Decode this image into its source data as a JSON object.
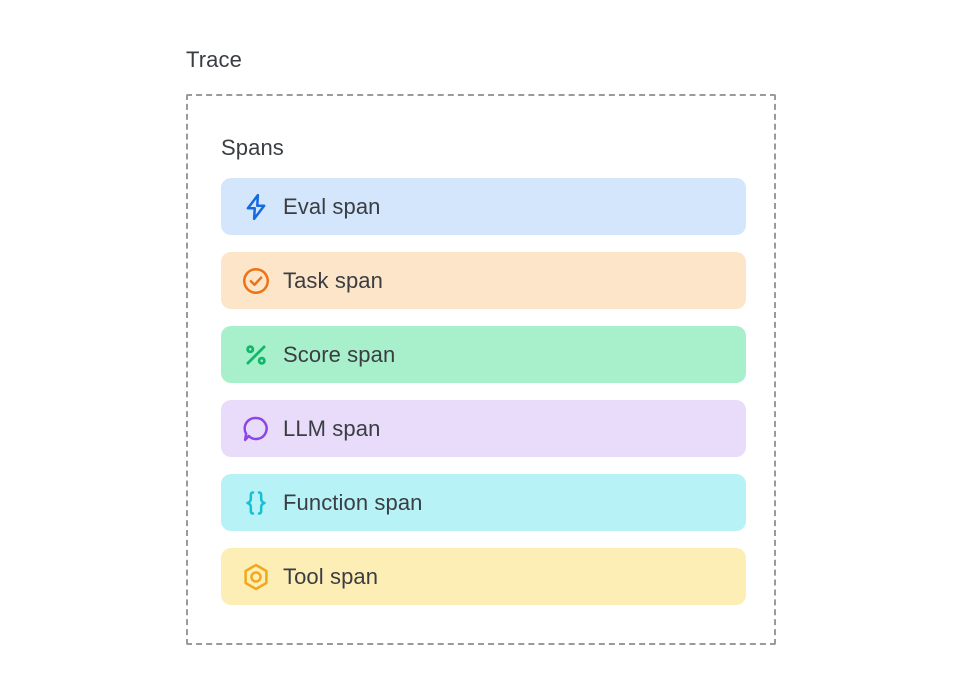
{
  "diagram": {
    "trace_label": "Trace",
    "spans_label": "Spans",
    "container_border_color": "#9a9a9d",
    "text_color": "#3a3d42",
    "background": "#ffffff"
  },
  "spans": [
    {
      "label": "Eval span",
      "icon": "lightning-bolt-icon",
      "bg": "#d4e6fb",
      "icon_color": "#1769e0"
    },
    {
      "label": "Task span",
      "icon": "check-circle-icon",
      "bg": "#fce5c8",
      "icon_color": "#ef7110"
    },
    {
      "label": "Score span",
      "icon": "percent-icon",
      "bg": "#a7f0cb",
      "icon_color": "#13b76a"
    },
    {
      "label": "LLM span",
      "icon": "message-bubble-icon",
      "bg": "#e8dcfa",
      "icon_color": "#8b45e8"
    },
    {
      "label": "Function span",
      "icon": "curly-braces-icon",
      "bg": "#b7f2f7",
      "icon_color": "#16c0d4"
    },
    {
      "label": "Tool span",
      "icon": "hexagon-nut-icon",
      "bg": "#fdeeb6",
      "icon_color": "#f2a81d"
    }
  ]
}
